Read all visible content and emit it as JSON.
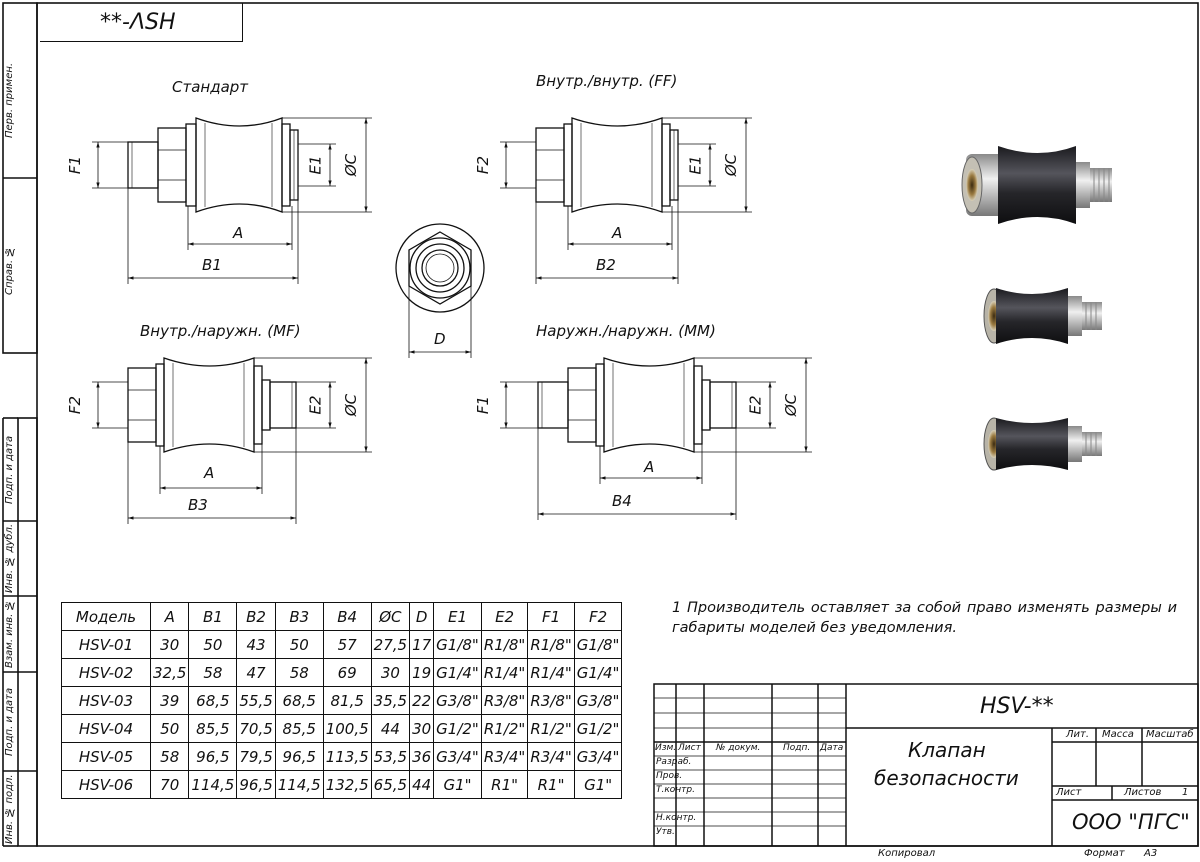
{
  "sheet_code": "**-ΛSH",
  "side_labels": [
    "Перв. примен.",
    "Справ. №",
    "Подп. и дата",
    "Инв. № дубл.",
    "Взам. инв. №",
    "Подп. и дата",
    "Инв. № подл."
  ],
  "views": {
    "standard": {
      "title": "Стандарт",
      "dims": {
        "f": "F1",
        "e": "E1",
        "c": "ØC",
        "a": "A",
        "b": "B1"
      }
    },
    "ff": {
      "title": "Внутр./внутр. (FF)",
      "dims": {
        "f": "F2",
        "e": "E1",
        "c": "ØC",
        "a": "A",
        "b": "B2"
      }
    },
    "mf": {
      "title": "Внутр./наружн. (MF)",
      "dims": {
        "f": "F2",
        "e": "E2",
        "c": "ØC",
        "a": "A",
        "b": "B3"
      }
    },
    "mm": {
      "title": "Наружн./наружн. (MM)",
      "dims": {
        "f": "F1",
        "e": "E2",
        "c": "ØC",
        "a": "A",
        "b": "B4"
      }
    },
    "end": {
      "dim": "D"
    }
  },
  "note": "1 Производитель оставляет за собой право изменять размеры и габариты моделей без уведомления.",
  "table": {
    "headers": [
      "Модель",
      "A",
      "B1",
      "B2",
      "B3",
      "B4",
      "ØC",
      "D",
      "E1",
      "E2",
      "F1",
      "F2"
    ],
    "rows": [
      [
        "HSV-01",
        "30",
        "50",
        "43",
        "50",
        "57",
        "27,5",
        "17",
        "G1/8\"",
        "R1/8\"",
        "R1/8\"",
        "G1/8\""
      ],
      [
        "HSV-02",
        "32,5",
        "58",
        "47",
        "58",
        "69",
        "30",
        "19",
        "G1/4\"",
        "R1/4\"",
        "R1/4\"",
        "G1/4\""
      ],
      [
        "HSV-03",
        "39",
        "68,5",
        "55,5",
        "68,5",
        "81,5",
        "35,5",
        "22",
        "G3/8\"",
        "R3/8\"",
        "R3/8\"",
        "G3/8\""
      ],
      [
        "HSV-04",
        "50",
        "85,5",
        "70,5",
        "85,5",
        "100,5",
        "44",
        "30",
        "G1/2\"",
        "R1/2\"",
        "R1/2\"",
        "G1/2\""
      ],
      [
        "HSV-05",
        "58",
        "96,5",
        "79,5",
        "96,5",
        "113,5",
        "53,5",
        "36",
        "G3/4\"",
        "R3/4\"",
        "R3/4\"",
        "G3/4\""
      ],
      [
        "HSV-06",
        "70",
        "114,5",
        "96,5",
        "114,5",
        "132,5",
        "65,5",
        "44",
        "G1\"",
        "R1\"",
        "R1\"",
        "G1\""
      ]
    ]
  },
  "title_block": {
    "designation": "HSV-**",
    "name_line1": "Клапан",
    "name_line2": "безопасности",
    "company": "ООО \"ПГС\"",
    "col_izm": "Изм.",
    "col_list": "Лист",
    "col_doc": "№ докум.",
    "col_podp": "Подп.",
    "col_data": "Дата",
    "row_razrab": "Разраб.",
    "row_prov": "Пров.",
    "row_tkontr": "Т.контр.",
    "row_nkontr": "Н.контр.",
    "row_utv": "Утв.",
    "lit": "Лит.",
    "massa": "Масса",
    "masshtab": "Масштаб",
    "list_lbl": "Лист",
    "listov_lbl": "Листов",
    "listov_val": "1",
    "kopiroval": "Копировал",
    "format_lbl": "Формат",
    "format_val": "А3"
  },
  "colors": {
    "line": "#111111",
    "body_dark": "#2a2a2e",
    "metal": "#c9c9c9"
  }
}
